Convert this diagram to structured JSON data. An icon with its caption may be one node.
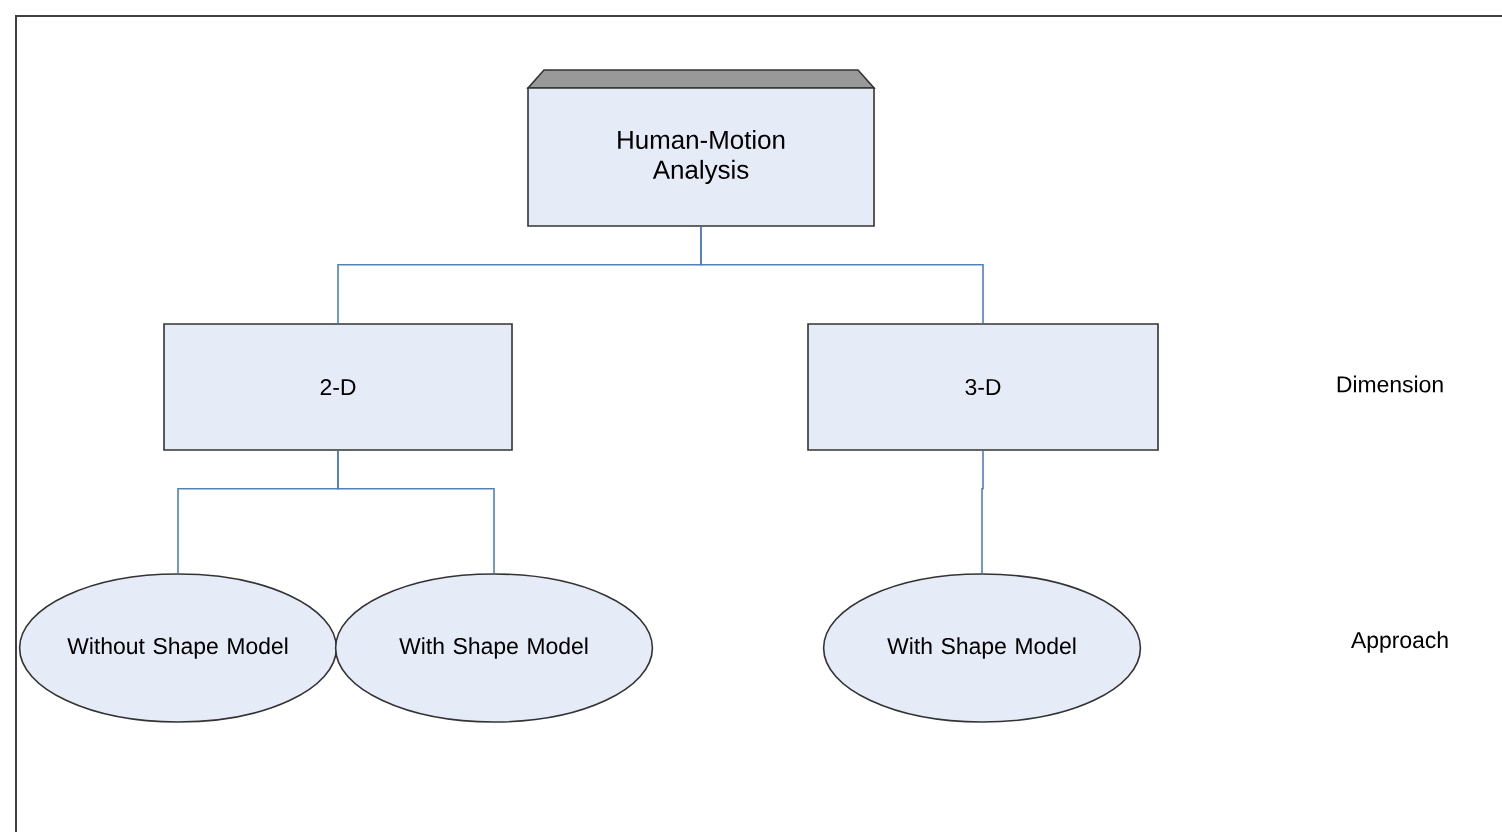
{
  "diagram": {
    "nodes": [
      {
        "text": [
          "Human-Motion Analysis"
        ]
      },
      {
        "text": [
          "2-D"
        ]
      },
      {
        "text": [
          "3-D"
        ]
      },
      {
        "text": [
          "Without Shape Model"
        ]
      },
      {
        "text": [
          "With Shape Model"
        ]
      },
      {
        "text": [
          "With Shape Model"
        ]
      }
    ],
    "edges": [
      {
        "from": 0,
        "to": 1,
        "arrow": "none"
      },
      {
        "from": 0,
        "to": 2,
        "arrow": "none"
      },
      {
        "from": 1,
        "to": 3,
        "arrow": "none"
      },
      {
        "from": 1,
        "to": 4,
        "arrow": "none"
      },
      {
        "from": 2,
        "to": 5,
        "arrow": "none"
      }
    ],
    "labels": [
      "Dimension",
      "Approach"
    ]
  }
}
